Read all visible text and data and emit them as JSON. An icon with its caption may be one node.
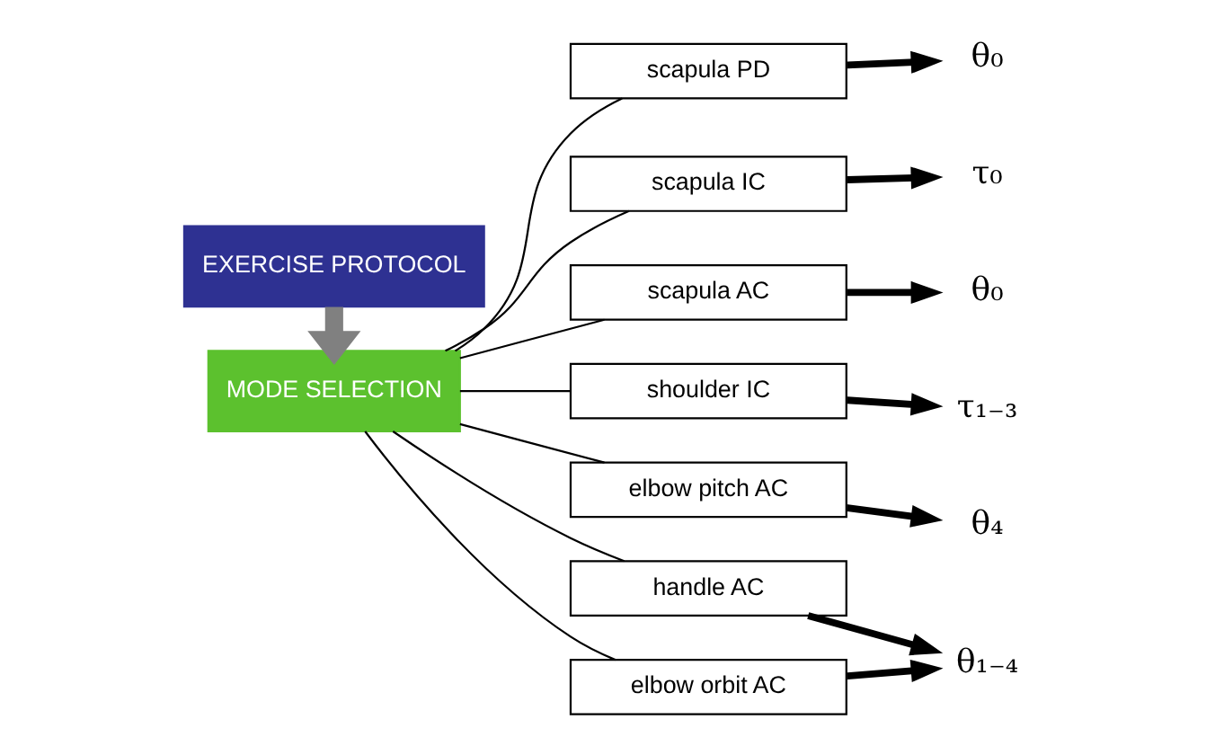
{
  "diagram": {
    "nodes": [
      {
        "text": [
          "EXERCISE PROTOCOL"
        ]
      },
      {
        "text": [
          "MODE SELECTION"
        ]
      },
      {
        "text": [
          "scapula PD"
        ]
      },
      {
        "text": [
          "scapula IC"
        ]
      },
      {
        "text": [
          "scapula AC"
        ]
      },
      {
        "text": [
          "shoulder IC"
        ]
      },
      {
        "text": [
          "elbow pitch AC"
        ]
      },
      {
        "text": [
          "handle AC"
        ]
      },
      {
        "text": [
          "elbow orbit AC"
        ]
      },
      {
        "text": [
          "θ₀"
        ]
      },
      {
        "text": [
          "τ₀"
        ]
      },
      {
        "text": [
          "θ₀"
        ]
      },
      {
        "text": [
          "τ₁₋₃"
        ]
      },
      {
        "text": [
          "θ₄"
        ]
      },
      {
        "text": [
          "θ₁₋₄"
        ]
      }
    ],
    "edges": [
      {
        "from": 0,
        "to": 1,
        "arrow": "to",
        "style": "thick",
        "color": "#808080"
      },
      {
        "from": 1,
        "to": 2,
        "arrow": "none"
      },
      {
        "from": 1,
        "to": 3,
        "arrow": "none"
      },
      {
        "from": 1,
        "to": 4,
        "arrow": "none"
      },
      {
        "from": 1,
        "to": 5,
        "arrow": "none"
      },
      {
        "from": 1,
        "to": 6,
        "arrow": "none"
      },
      {
        "from": 1,
        "to": 7,
        "arrow": "none"
      },
      {
        "from": 1,
        "to": 8,
        "arrow": "none"
      },
      {
        "from": 2,
        "to": 9,
        "arrow": "to"
      },
      {
        "from": 3,
        "to": 10,
        "arrow": "to"
      },
      {
        "from": 4,
        "to": 11,
        "arrow": "to"
      },
      {
        "from": 5,
        "to": 12,
        "arrow": "to"
      },
      {
        "from": 6,
        "to": 13,
        "arrow": "to"
      },
      {
        "from": 7,
        "to": 14,
        "arrow": "to"
      },
      {
        "from": 8,
        "to": 14,
        "arrow": "to"
      }
    ]
  }
}
